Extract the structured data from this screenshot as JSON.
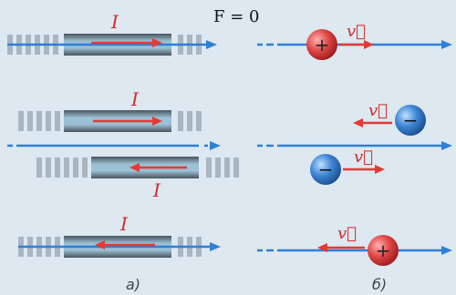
{
  "figure": {
    "force_label": "F = 0",
    "current_label": "I",
    "velocity_label": "v⃗",
    "positive_sign": "+",
    "negative_sign": "−",
    "caption_left": "а)",
    "caption_right": "б)"
  },
  "colors": {
    "background": "#dde8f0",
    "current_arrow": "#e53935",
    "velocity_arrow": "#e53935",
    "beam_line": "#2f7fd6",
    "wire_dark": "#5d6670",
    "wire_light": "#8fb3c8",
    "segment_grey": "#a9b6c1",
    "positive_charge": "#e04848",
    "negative_charge": "#3f86d6",
    "caption_text": "#444444"
  },
  "rows": [
    {
      "current_direction": "right",
      "charge": "positive",
      "velocity_direction": "right"
    },
    {
      "current_direction": "right",
      "charge": "negative",
      "velocity_direction": "left"
    },
    {
      "current_direction": "left",
      "charge": "negative",
      "velocity_direction": "right"
    },
    {
      "current_direction": "left",
      "charge": "positive",
      "velocity_direction": "left"
    }
  ]
}
